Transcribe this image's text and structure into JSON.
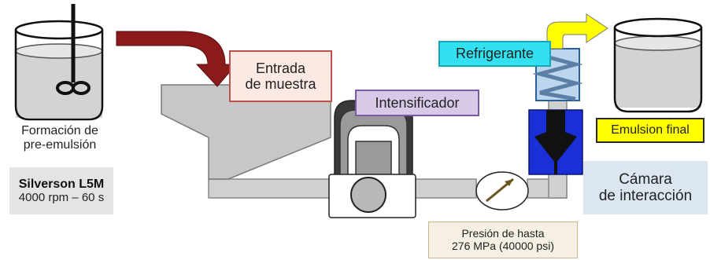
{
  "labels": {
    "premix_line1": "Formación de",
    "premix_line2": "pre-emulsión",
    "mixer_name": "Silverson L5M",
    "mixer_settings": "4000 rpm – 60 s",
    "inlet_line1": "Entrada",
    "inlet_line2": "de muestra",
    "intensifier": "Intensificador",
    "refrigerant": "Refrigerante",
    "final_emulsion": "Emulsion final",
    "chamber_line1": "Cámara",
    "chamber_line2": "de interacción",
    "pressure_line1": "Presión de hasta",
    "pressure_line2": "276 MPa (40000 psi)"
  },
  "colors": {
    "inlet_border": "#c0504d",
    "inlet_fill": "#fbe9e4",
    "intensifier_border": "#7b5aa6",
    "intensifier_fill": "#d9c9e8",
    "refrigerant_border": "#17a5b8",
    "refrigerant_fill": "#33e0f0",
    "final_border": "#2a2a2a",
    "final_fill": "#ffff00",
    "chamber_fill": "#dce6f1",
    "pressure_border": "#c8b68f",
    "pressure_fill": "#f6f0e4",
    "mixer_fill": "#e4e4e4",
    "arrow_red": "#8b1a1a",
    "arrow_yellow": "#ffff00",
    "chamber_blue": "#1a2fd6",
    "liquid": "#d3d3d3",
    "pipe": "#d0d0d0"
  },
  "icons": [
    "beaker-with-stirrer-icon",
    "hopper-icon",
    "intensifier-pump-icon",
    "pressure-gauge-icon",
    "interaction-chamber-icon",
    "cooling-coil-icon",
    "final-beaker-icon"
  ]
}
